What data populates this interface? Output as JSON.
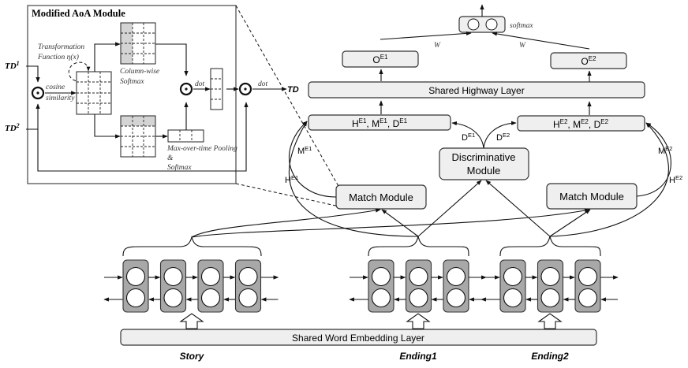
{
  "aoa_module": {
    "title": "Modified AoA Module",
    "input1": "TD",
    "input1_sup": "1",
    "input2": "TD",
    "input2_sup": "2",
    "transform_label_1": "Transformation",
    "transform_label_2": "Function η(x)",
    "cosine_label_1": "cosine",
    "cosine_label_2": "similarity",
    "colwise_label_1": "Column-wise",
    "colwise_label_2": "Softmax",
    "pool_label_1": "Max-over-time Pooling",
    "pool_label_2": "&",
    "pool_label_3": "Softmax",
    "dot_label_1": "dot",
    "dot_label_2": "dot",
    "output": "TD"
  },
  "top": {
    "softmax_label": "softmax",
    "w_left": "W",
    "w_right": "W",
    "o1": "O",
    "o1_sup": "E1",
    "o2": "O",
    "o2_sup": "E2",
    "highway": "Shared Highway Layer"
  },
  "concat": {
    "left": {
      "h": "H",
      "m": "M",
      "d": "D",
      "sup": "E1"
    },
    "right": {
      "h": "H",
      "m": "M",
      "d": "D",
      "sup": "E2"
    }
  },
  "edges": {
    "m_e1": {
      "base": "M",
      "sup": "E1"
    },
    "h_e1": {
      "base": "H",
      "sup": "E1"
    },
    "d_e1": {
      "base": "D",
      "sup": "E1"
    },
    "d_e2": {
      "base": "D",
      "sup": "E2"
    },
    "m_e2": {
      "base": "M",
      "sup": "E2"
    },
    "h_e2": {
      "base": "H",
      "sup": "E2"
    }
  },
  "modules": {
    "match_left": "Match Module",
    "match_right": "Match Module",
    "disc_line1": "Discriminative",
    "disc_line2": "Module"
  },
  "embedding": {
    "label": "Shared Word Embedding Layer"
  },
  "inputs": {
    "story": "Story",
    "ending1": "Ending1",
    "ending2": "Ending2"
  },
  "encoders": {
    "story_units": 4,
    "ending1_units": 3,
    "ending2_units": 3
  }
}
